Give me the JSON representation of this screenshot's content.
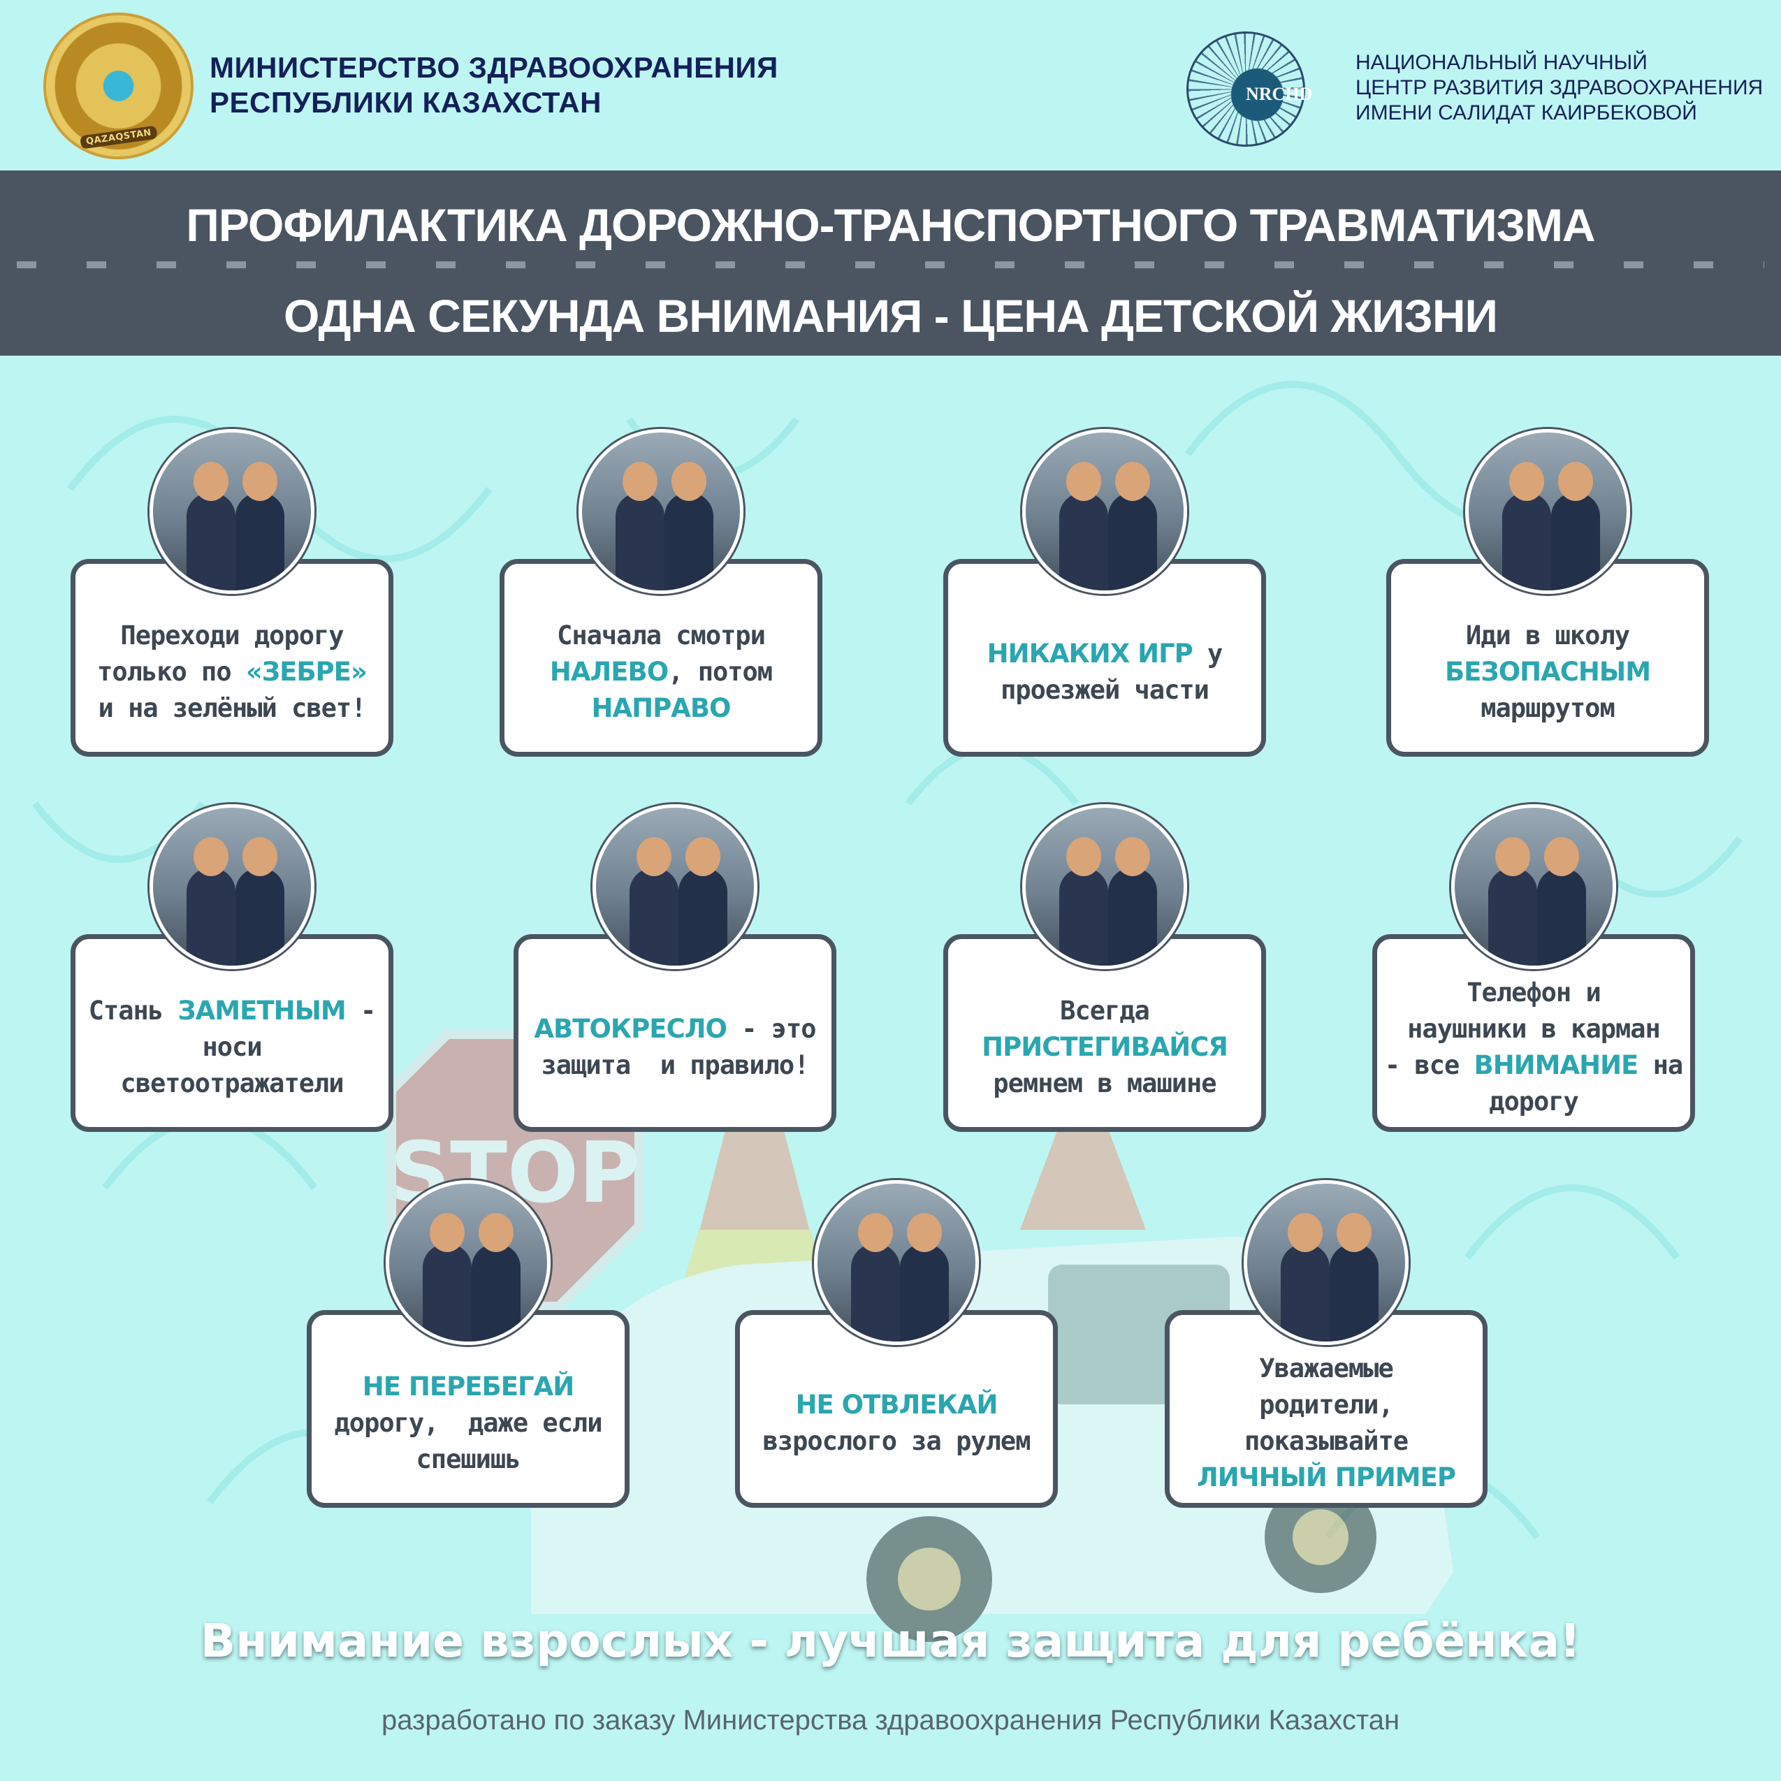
{
  "header": {
    "ministry_lines": [
      "МИНИСТЕРСТВО ЗДРАВООХРАНЕНИЯ",
      "РЕСПУБЛИКИ КАЗАХСТАН"
    ],
    "ministry_emblem_text": "QAZAQSTAN",
    "center_logo_text": "NRCHD",
    "center_lines": [
      "НАЦИОНАЛЬНЫЙ НАУЧНЫЙ",
      "ЦЕНТР РАЗВИТИЯ ЗДРАВООХРАНЕНИЯ",
      "ИМЕНИ САЛИДАТ КАИРБЕКОВОЙ"
    ]
  },
  "banner": {
    "title": "ПРОФИЛАКТИКА ДОРОЖНО-ТРАНСПОРТНОГО ТРАВМАТИЗМА",
    "subtitle": "ОДНА СЕКУНДА ВНИМАНИЯ - ЦЕНА ДЕТСКОЙ ЖИЗНИ"
  },
  "scene": {
    "stop_sign": "STOP"
  },
  "cards": [
    {
      "lines": [
        [
          {
            "t": "Переходи дорогу"
          }
        ],
        [
          {
            "t": "только по "
          },
          {
            "t": "«ЗЕБРЕ»",
            "hl": true
          }
        ],
        [
          {
            "t": "и на зелёный свет!"
          }
        ]
      ]
    },
    {
      "lines": [
        [
          {
            "t": "Сначала смотри"
          }
        ],
        [
          {
            "t": "НАЛЕВО",
            "hl": true
          },
          {
            "t": ", потом"
          }
        ],
        [
          {
            "t": "НАПРАВО",
            "hl": true
          }
        ]
      ]
    },
    {
      "lines": [
        [
          {
            "t": "НИКАКИХ ИГР",
            "hl": true
          },
          {
            "t": " у"
          }
        ],
        [
          {
            "t": "проезжей части"
          }
        ]
      ]
    },
    {
      "lines": [
        [
          {
            "t": "Иди в школу"
          }
        ],
        [
          {
            "t": "БЕЗОПАСНЫМ",
            "hl": true
          }
        ],
        [
          {
            "t": "маршрутом"
          }
        ]
      ]
    },
    {
      "lines": [
        [
          {
            "t": "Стань "
          },
          {
            "t": "ЗАМЕТНЫМ",
            "hl": true
          },
          {
            "t": " -"
          }
        ],
        [
          {
            "t": "носи"
          }
        ],
        [
          {
            "t": "светоотражатели"
          }
        ]
      ]
    },
    {
      "lines": [
        [
          {
            "t": "АВТОКРЕСЛО",
            "hl": true
          },
          {
            "t": " - это"
          }
        ],
        [
          {
            "t": "защита  и правило!"
          }
        ]
      ]
    },
    {
      "lines": [
        [
          {
            "t": "Всегда"
          }
        ],
        [
          {
            "t": "ПРИСТЕГИВАЙСЯ",
            "hl": true
          }
        ],
        [
          {
            "t": "ремнем в машине"
          }
        ]
      ]
    },
    {
      "lines": [
        [
          {
            "t": "Телефон и"
          }
        ],
        [
          {
            "t": "наушники в карман"
          }
        ],
        [
          {
            "t": "- все "
          },
          {
            "t": "ВНИМАНИЕ",
            "hl": true
          },
          {
            "t": " на"
          }
        ],
        [
          {
            "t": "дорогу"
          }
        ]
      ]
    },
    {
      "lines": [
        [
          {
            "t": "НЕ ПЕРЕБЕГАЙ",
            "hl": true
          }
        ],
        [
          {
            "t": "дорогу,  даже если"
          }
        ],
        [
          {
            "t": "спешишь"
          }
        ]
      ]
    },
    {
      "lines": [
        [
          {
            "t": "НЕ ОТВЛЕКАЙ",
            "hl": true
          }
        ],
        [
          {
            "t": "взрослого за рулем"
          }
        ]
      ]
    },
    {
      "lines": [
        [
          {
            "t": "Уважаемые"
          }
        ],
        [
          {
            "t": "родители,"
          }
        ],
        [
          {
            "t": "показывайте"
          }
        ],
        [
          {
            "t": "ЛИЧНЫЙ ПРИМЕР",
            "hl": true
          }
        ]
      ]
    }
  ],
  "slogan": "Внимание взрослых - лучшая защита для ребёнка!",
  "footer": "разработано по заказу Министерства здравоохранения Республики Казахстан",
  "colors": {
    "background": "#bdf5f2",
    "banner": "#4b5561",
    "accent": "#2aa6b0",
    "text": "#3d4752"
  }
}
